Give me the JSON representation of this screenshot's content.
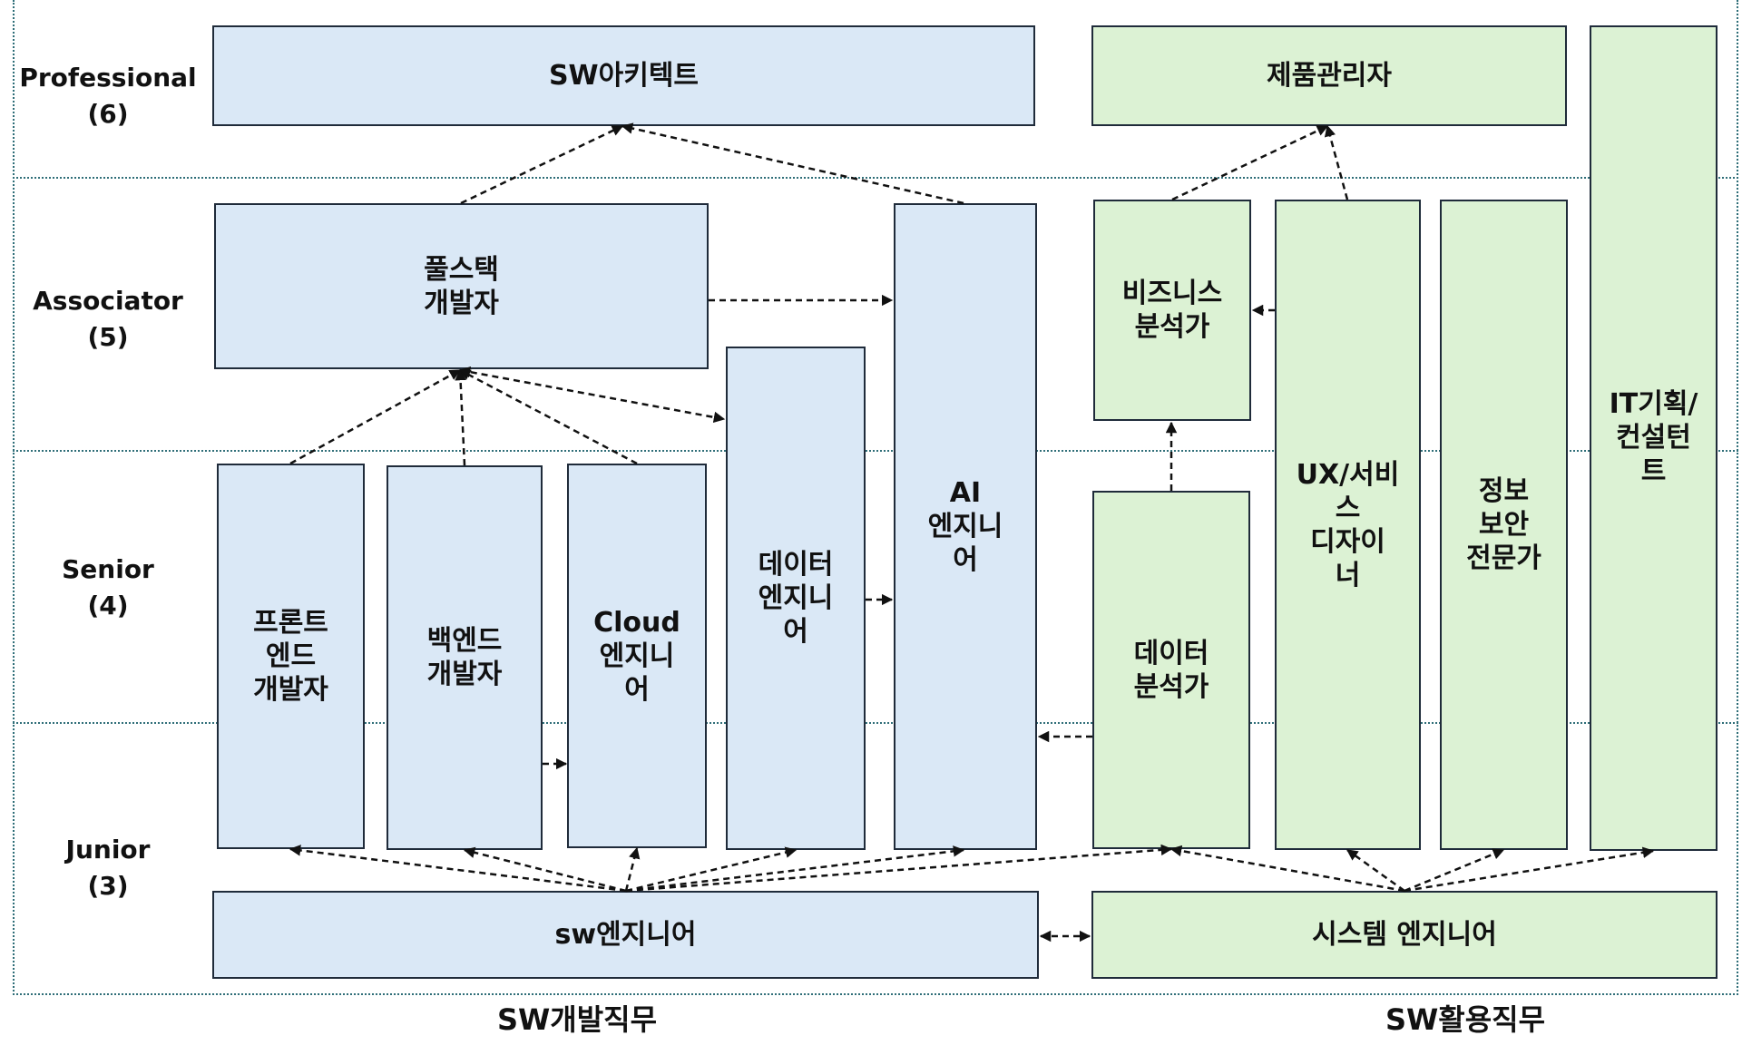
{
  "levels": {
    "professional": "Professional\n(6)",
    "associator": "Associator\n(5)",
    "senior": "Senior\n(4)",
    "junior": "Junior\n(3)"
  },
  "dev": {
    "sw_architect": "SW아키텍트",
    "fullstack": "풀스택\n개발자",
    "frontend": "프론트\n엔드\n개발자",
    "backend": "백엔드\n개발자",
    "cloud": "Cloud\n엔지니\n어",
    "data_engineer": "데이터\n엔지니\n어",
    "ai_engineer": "AI\n엔지니\n어",
    "sw_engineer": "sw엔지니어"
  },
  "app": {
    "product_manager": "제품관리자",
    "business_analyst": "비즈니스\n분석가",
    "ux_designer": "UX/서비\n스\n디자이\n너",
    "security_expert": "정보\n보안\n전문가",
    "it_consultant": "IT기획/\n컨설턴\n트",
    "data_analyst": "데이터\n분석가",
    "system_engineer": "시스템 엔지니어"
  },
  "footer": {
    "dev_track": "SW개발직무",
    "app_track": "SW활용직무"
  },
  "colors": {
    "dev_fill": "#dae8f6",
    "app_fill": "#dcf2d4",
    "border": "#1f2b3a",
    "grid": "#2f6e78"
  }
}
